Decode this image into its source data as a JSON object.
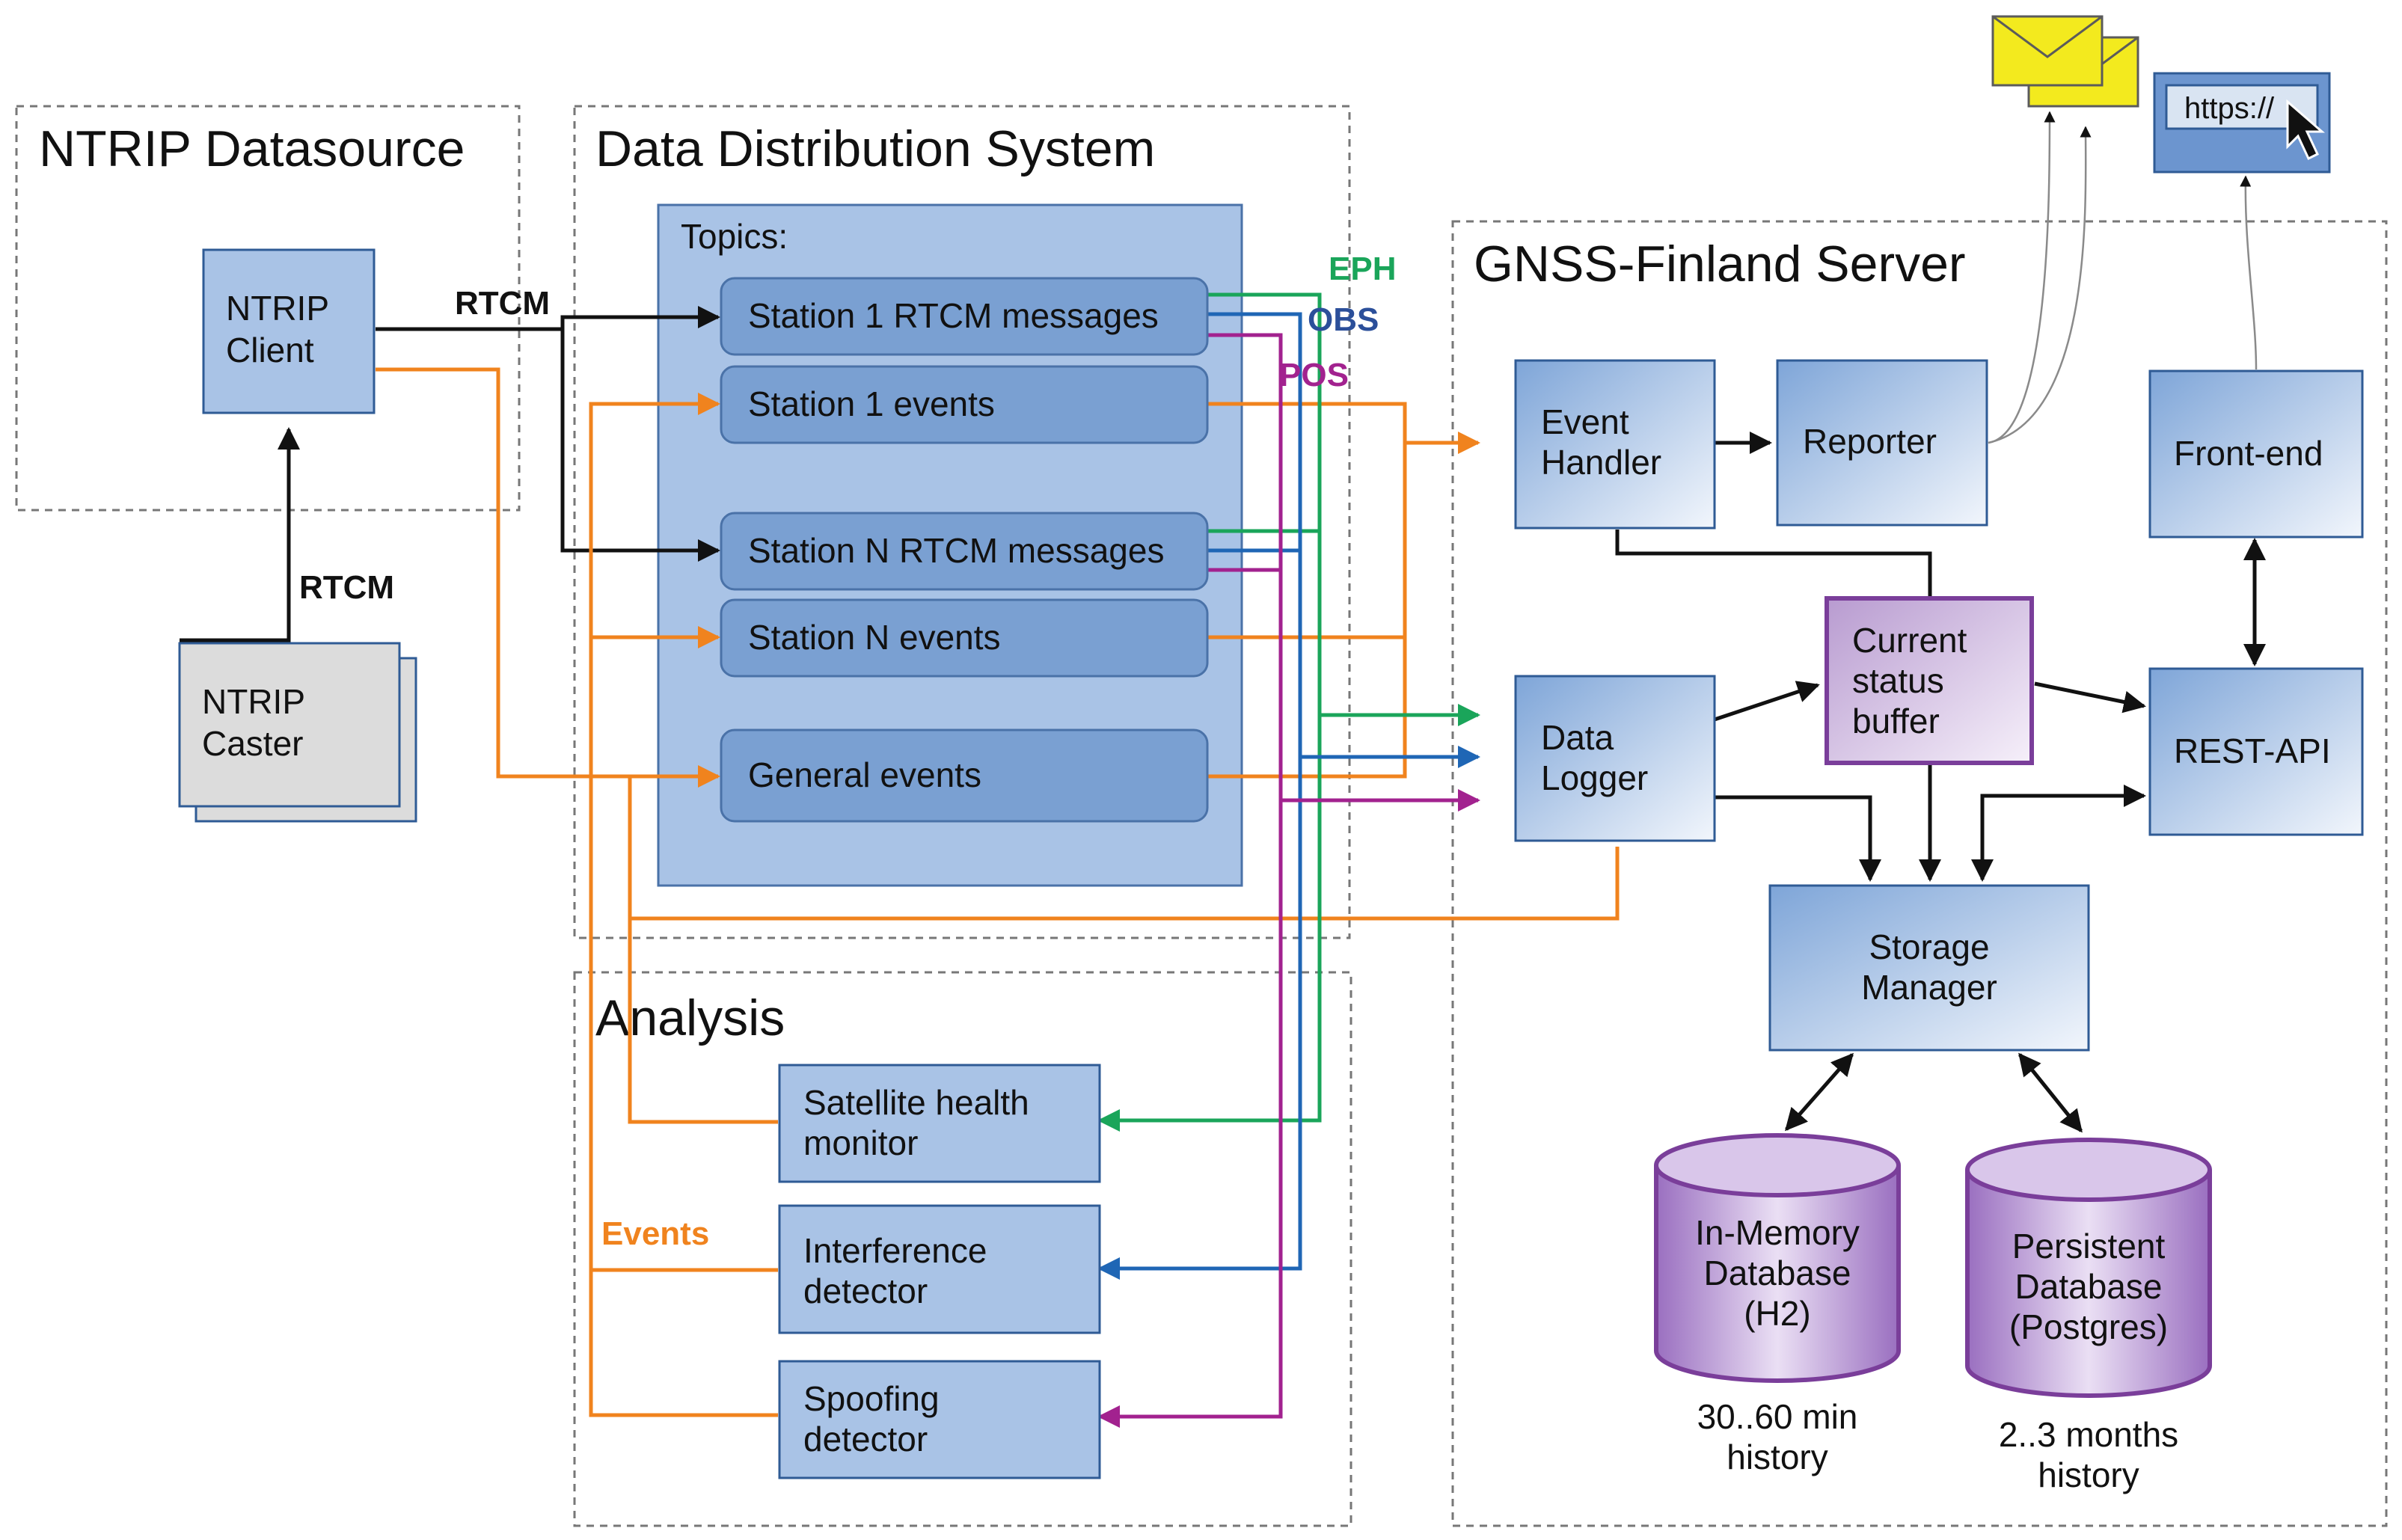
{
  "groups": {
    "ntrip_datasource": "NTRIP Datasource",
    "data_distribution": "Data Distribution System",
    "analysis": "Analysis",
    "gnss_server": "GNSS-Finland Server"
  },
  "topics_label": "Topics:",
  "nodes": {
    "ntrip_client": [
      "NTRIP",
      "Client"
    ],
    "ntrip_caster": [
      "NTRIP",
      "Caster"
    ],
    "topic_s1_rtcm": [
      "Station 1 RTCM messages"
    ],
    "topic_s1_events": [
      "Station 1 events"
    ],
    "topic_sn_rtcm": [
      "Station N RTCM messages"
    ],
    "topic_sn_events": [
      "Station N events"
    ],
    "topic_general": [
      "General events"
    ],
    "satellite_health": [
      "Satellite health",
      "monitor"
    ],
    "interference": [
      "Interference",
      "detector"
    ],
    "spoofing": [
      "Spoofing",
      "detector"
    ],
    "event_handler": [
      "Event",
      "Handler"
    ],
    "reporter": [
      "Reporter"
    ],
    "front_end": [
      "Front-end"
    ],
    "data_logger": [
      "Data",
      "Logger"
    ],
    "status_buffer": [
      "Current",
      "status",
      "buffer"
    ],
    "rest_api": [
      "REST-API"
    ],
    "storage_manager": [
      "Storage",
      "Manager"
    ],
    "inmemory_db": [
      "In-Memory",
      "Database",
      "(H2)"
    ],
    "persistent_db": [
      "Persistent",
      "Database",
      "(Postgres)"
    ]
  },
  "captions": {
    "inmemory_db": [
      "30..60 min",
      "history"
    ],
    "persistent_db": [
      "2..3 months",
      "history"
    ]
  },
  "edge_labels": {
    "rtcm_top": "RTCM",
    "rtcm_vertical": "RTCM",
    "eph": "EPH",
    "obs": "OBS",
    "pos": "POS",
    "events": "Events"
  },
  "url_bar": "https://",
  "colors": {
    "events": "#f0831e",
    "eph": "#1aa55a",
    "obs": "#1f66b5",
    "pos": "#a2228f",
    "node_fill": "#a9c3e6",
    "topic_fill": "#7aa0d2"
  }
}
